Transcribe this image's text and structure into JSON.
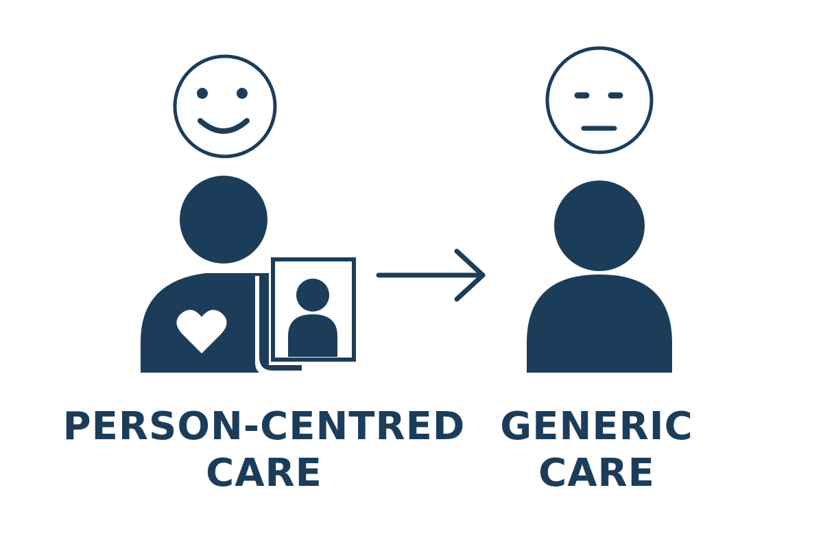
{
  "colors": {
    "primary": "#1c3d5a",
    "background": "#ffffff"
  },
  "left": {
    "label_line1": "PERSON-CENTRED",
    "label_line2": "CARE",
    "icons": [
      "smiling-face-icon",
      "person-icon",
      "heart-icon",
      "portrait-frame-icon"
    ]
  },
  "connector": {
    "icon": "arrow-right-icon"
  },
  "right": {
    "label_line1": "GENERIC",
    "label_line2": "CARE",
    "icons": [
      "neutral-face-icon",
      "person-icon"
    ]
  }
}
